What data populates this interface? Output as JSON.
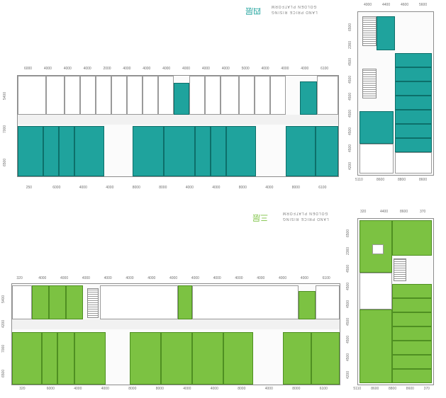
{
  "sections": [
    {
      "id": "floor_4",
      "title_cn": "四层",
      "title_en_1": "GOLDEN PLATFORM",
      "title_en_2": "LAND PRICE RISING",
      "accent_color": "#1fa39d",
      "top_dims": [
        "6000",
        "4000",
        "4000",
        "4000",
        "2000",
        "4000",
        "4000",
        "4000",
        "4000",
        "4000",
        "4000",
        "5000",
        "4000",
        "4000",
        "4000",
        "6100"
      ],
      "bottom_dims": [
        "250",
        "6000",
        "4000",
        "4000",
        "8000",
        "8000",
        "4000",
        "4000",
        "8000",
        "4000",
        "8000",
        "6100"
      ],
      "left_dims": [
        "5400",
        "7000",
        "6500"
      ],
      "side_top_dims": [
        "4000",
        "4400",
        "4600",
        "5600"
      ],
      "side_bottom_dims": [
        "5110",
        "8600",
        "8800",
        "8600"
      ],
      "side_left_dims": [
        "6500",
        "2360",
        "4500",
        "4500",
        "4500",
        "4500",
        "4500",
        "4500",
        "4200"
      ]
    },
    {
      "id": "floor_3",
      "title_cn": "三层",
      "title_en_1": "GOLDEN PLATFORM",
      "title_en_2": "LAND PRICE RISING",
      "accent_color": "#7cc242",
      "top_dims": [
        "320",
        "4000",
        "4000",
        "4000",
        "4000",
        "4000",
        "4000",
        "4000",
        "4000",
        "4000",
        "4000",
        "4000",
        "4000",
        "4000",
        "6100"
      ],
      "bottom_dims": [
        "320",
        "6000",
        "4000",
        "4000",
        "8000",
        "8000",
        "4000",
        "4000",
        "8000",
        "4000",
        "8000",
        "6100"
      ],
      "left_dims": [
        "5400",
        "4200",
        "7000",
        "6500"
      ],
      "side_top_dims": [
        "320",
        "4400",
        "8600",
        "370"
      ],
      "side_bottom_dims": [
        "5110",
        "8600",
        "8800",
        "8600",
        "370"
      ],
      "side_left_dims": [
        "6500",
        "2360",
        "4500",
        "4500",
        "4500",
        "4500",
        "4500",
        "4500",
        "4200"
      ]
    }
  ]
}
